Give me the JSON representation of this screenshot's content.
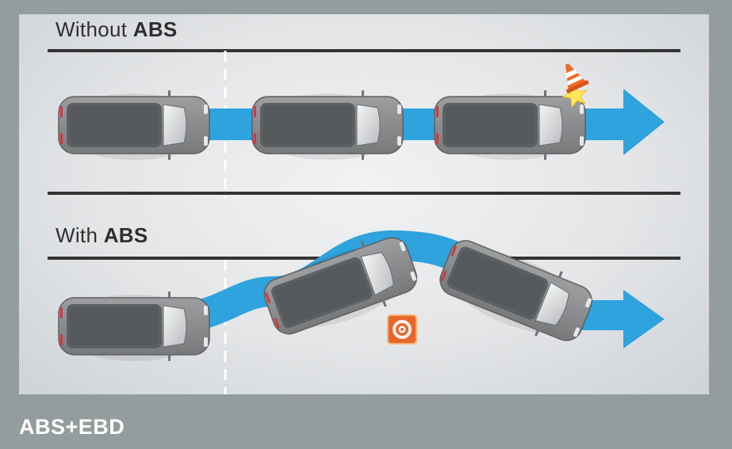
{
  "panel": {
    "lane_without": {
      "prefix": "Without ",
      "emphasis": "ABS"
    },
    "lane_with": {
      "prefix": "With ",
      "emphasis": "ABS"
    }
  },
  "caption": "ABS+EBD",
  "colors": {
    "background": "#949d9e",
    "path": "#2ea3dd",
    "car_body": "#8a8c8e",
    "car_roof": "#5d6063",
    "road_line": "#333333",
    "cone": "#f06a25",
    "target_tile": "#e8662a"
  },
  "icons": [
    "car-icon",
    "traffic-cone-icon",
    "impact-spark-icon",
    "target-icon",
    "arrow-right-icon"
  ]
}
